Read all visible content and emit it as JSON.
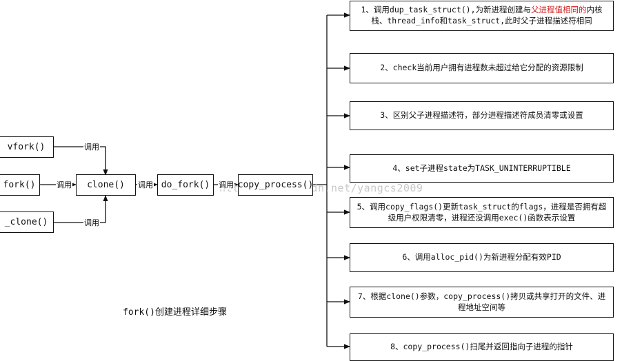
{
  "nodes": {
    "vfork": "vfork()",
    "fork": "fork()",
    "clone_call": "_clone()",
    "clone": "clone()",
    "do_fork": "do_fork()",
    "copy_process": "copy_process()"
  },
  "edge_label": "调用",
  "steps": [
    {
      "parts": [
        "1、调用dup_task_struct(),为新进程创建与",
        "父进程值相同的",
        "内核栈、thread_info和task_struct,此时父子进程描述符相同"
      ]
    },
    {
      "text": "2、check当前用户拥有进程数未超过给它分配的资源限制"
    },
    {
      "text": "3、区别父子进程描述符，部分进程描述符成员清零或设置"
    },
    {
      "text": "4、set子进程state为TASK_UNINTERRUPTIBLE"
    },
    {
      "text": "5、调用copy_flags()更新task_struct的flags，进程是否拥有超级用户权限清零，进程还没调用exec()函数表示设置"
    },
    {
      "text": "6、调用alloc_pid()为新进程分配有效PID"
    },
    {
      "text": "7、根据clone()参数，copy_process()拷贝或共享打开的文件、进程地址空间等"
    },
    {
      "text": "8、copy_process()扫尾并返回指向子进程的指针"
    }
  ],
  "caption": "fork()创建进程详细步骤",
  "watermark": "http://blog.csdn.net/yangcs2009",
  "colors": {
    "highlight": "#d31b1b",
    "line": "#111111"
  }
}
